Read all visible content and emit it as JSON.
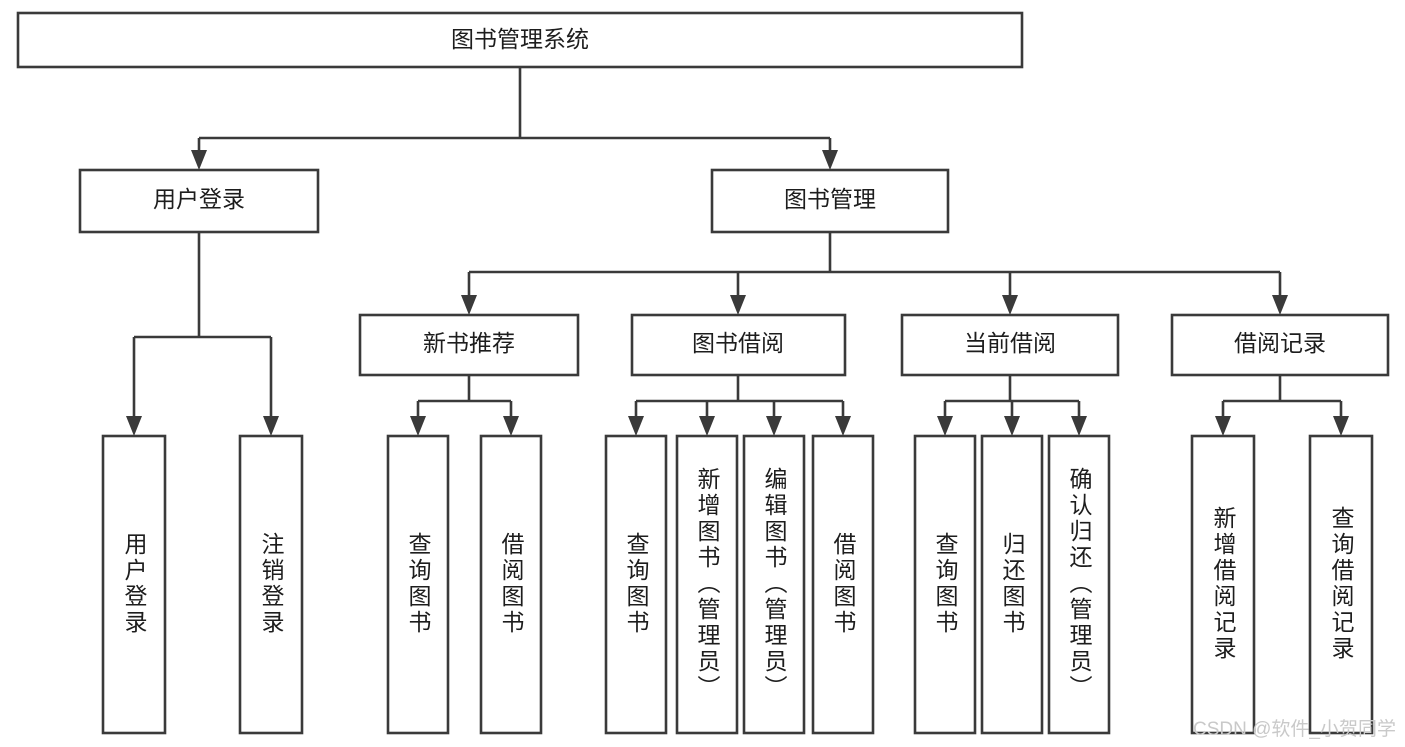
{
  "diagram": {
    "title": "图书管理系统",
    "type": "tree-hierarchy-diagram",
    "colors": {
      "stroke": "#3a3a3a",
      "box_fill": "#ffffff",
      "text": "#1d1d1d",
      "background": "#ffffff",
      "watermark": "#c9c9c9"
    },
    "levels": {
      "root": {
        "label": "图书管理系统"
      },
      "level2": [
        {
          "id": "user-login",
          "label": "用户登录"
        },
        {
          "id": "book-management",
          "label": "图书管理"
        }
      ],
      "level3": [
        {
          "id": "new-book-recommend",
          "label": "新书推荐"
        },
        {
          "id": "book-borrow",
          "label": "图书借阅"
        },
        {
          "id": "current-borrow",
          "label": "当前借阅"
        },
        {
          "id": "borrow-record",
          "label": "借阅记录"
        }
      ],
      "leaves": {
        "user-login": [
          {
            "id": "leaf-user-login",
            "label": "用户登录"
          },
          {
            "id": "leaf-logout-login",
            "label": "注销登录"
          }
        ],
        "new-book-recommend": [
          {
            "id": "leaf-query-book-1",
            "label": "查询图书"
          },
          {
            "id": "leaf-borrow-book-1",
            "label": "借阅图书"
          }
        ],
        "book-borrow": [
          {
            "id": "leaf-query-book-2",
            "label": "查询图书"
          },
          {
            "id": "leaf-add-book-admin",
            "label": "新增图书（管理员）"
          },
          {
            "id": "leaf-edit-book-admin",
            "label": "编辑图书（管理员）"
          },
          {
            "id": "leaf-borrow-book-2",
            "label": "借阅图书"
          }
        ],
        "current-borrow": [
          {
            "id": "leaf-query-book-3",
            "label": "查询图书"
          },
          {
            "id": "leaf-return-book",
            "label": "归还图书"
          },
          {
            "id": "leaf-confirm-return-admin",
            "label": "确认归还（管理员）"
          }
        ],
        "borrow-record": [
          {
            "id": "leaf-add-borrow-record",
            "label": "新增借阅记录"
          },
          {
            "id": "leaf-query-borrow-record",
            "label": "查询借阅记录"
          }
        ]
      }
    },
    "watermark": "CSDN @软件_小贺同学"
  }
}
